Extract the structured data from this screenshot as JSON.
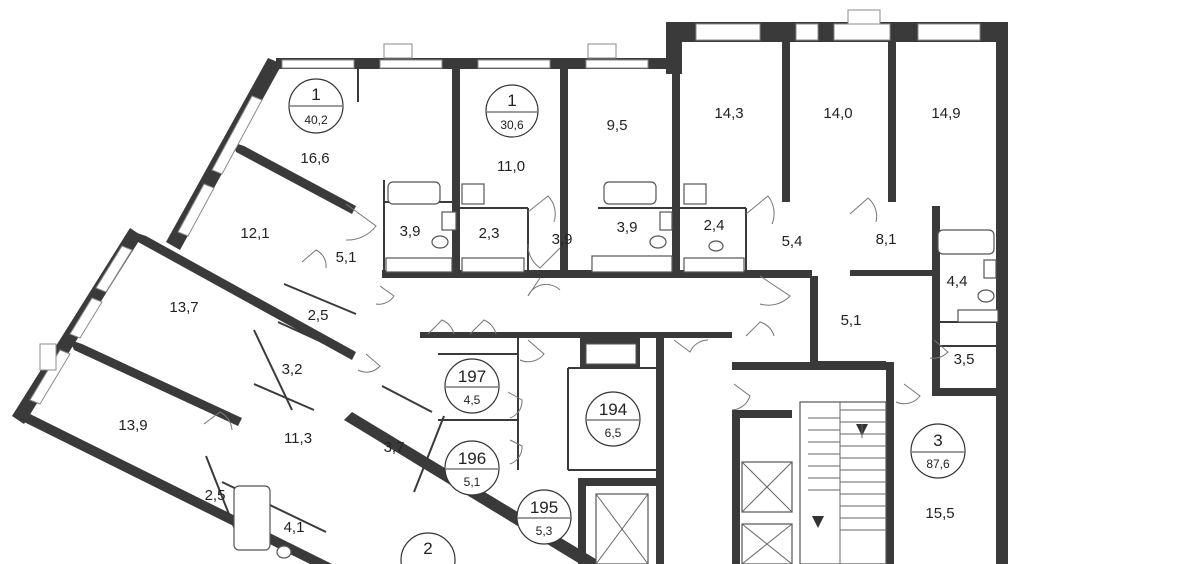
{
  "apartments": [
    {
      "number": "1",
      "area": "40,2"
    },
    {
      "number": "1",
      "area": "30,6"
    },
    {
      "number": "3",
      "area": "87,6"
    },
    {
      "number": "2",
      "area": ""
    }
  ],
  "storage_units": [
    {
      "number": "197",
      "area": "4,5"
    },
    {
      "number": "196",
      "area": "5,1"
    },
    {
      "number": "195",
      "area": "5,3"
    },
    {
      "number": "194",
      "area": "6,5"
    }
  ],
  "room_areas": {
    "r_16_6": "16,6",
    "r_12_1": "12,1",
    "r_5_1a": "5,1",
    "r_2_5a": "2,5",
    "r_3_9a": "3,9",
    "r_13_7": "13,7",
    "r_3_2": "3,2",
    "r_13_9": "13,9",
    "r_11_3": "11,3",
    "r_3_7": "3,7",
    "r_2_5b": "2,5",
    "r_4_1": "4,1",
    "r_11_0": "11,0",
    "r_2_3": "2,3",
    "r_3_9b": "3,9",
    "r_9_5": "9,5",
    "r_3_9c": "3,9",
    "r_14_3": "14,3",
    "r_2_4": "2,4",
    "r_5_4": "5,4",
    "r_14_0": "14,0",
    "r_14_9": "14,9",
    "r_8_1": "8,1",
    "r_4_4": "4,4",
    "r_5_1b": "5,1",
    "r_3_5": "3,5",
    "r_15_5": "15,5"
  }
}
